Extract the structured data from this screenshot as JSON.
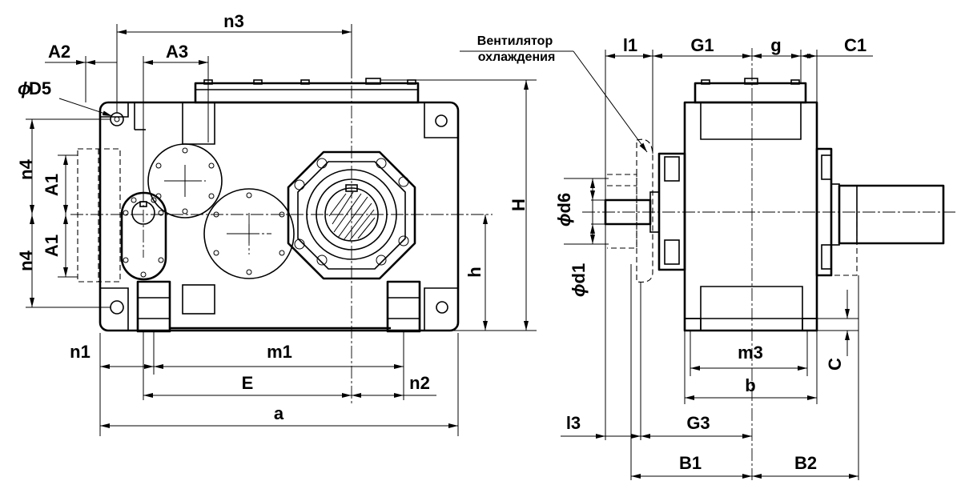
{
  "labels": {
    "n3": "n3",
    "A2": "A2",
    "A3": "A3",
    "D5": "D5",
    "n4_top": "n4",
    "A1_top": "A1",
    "n4_bottom": "n4",
    "A1_bottom": "A1",
    "H": "H",
    "h": "h",
    "n1": "n1",
    "m1": "m1",
    "E": "E",
    "n2": "n2",
    "a": "a",
    "fan_line1": "Вентилятор",
    "fan_line2": "охлаждения",
    "l1": "l1",
    "G1": "G1",
    "g": "g",
    "C1": "C1",
    "d6": "d6",
    "d1": "d1",
    "m3": "m3",
    "b": "b",
    "C": "C",
    "l3": "l3",
    "G3": "G3",
    "B1": "B1",
    "B2": "B2",
    "phi": "ϕ"
  }
}
